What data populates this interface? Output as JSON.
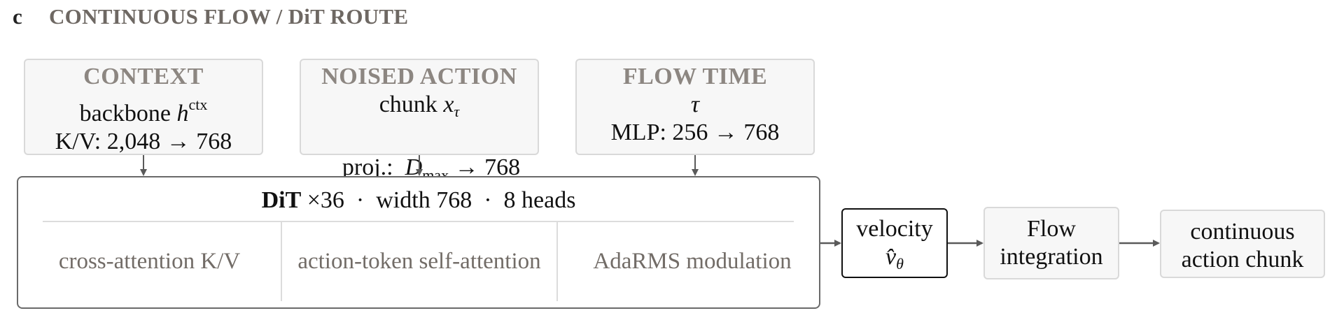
{
  "panel": {
    "letter": "c",
    "title": "CONTINUOUS FLOW / DiT ROUTE"
  },
  "inputs": {
    "context": {
      "head": "CONTEXT",
      "line1_text": "backbone ",
      "line1_var": "h",
      "line1_sup": "ctx",
      "line2": "K/V: 2,048 → 768"
    },
    "noised_action": {
      "head": "NOISED ACTION",
      "line1_text": "chunk ",
      "line1_var": "x",
      "line1_sub": "τ",
      "line2_prefix": "proj.:  ",
      "line2_var": "D",
      "line2_sub": "max",
      "line2_suffix": " → 768"
    },
    "flow_time": {
      "head": "FLOW TIME",
      "line1_var": "τ",
      "line2": "MLP: 256 → 768"
    }
  },
  "dit": {
    "title_bold": "DiT",
    "title_rest": " ×36  ·  width 768  ·  8 heads",
    "cells": [
      "cross-attention K/V",
      "action-token self-attention",
      "AdaRMS modulation"
    ]
  },
  "velocity": {
    "line1": "velocity",
    "line2_var": "v̂",
    "line2_sub": "θ"
  },
  "flow_integration": {
    "line1": "Flow",
    "line2": "integration"
  },
  "output": {
    "line1": "continuous",
    "line2": "action chunk"
  },
  "colors": {
    "arrow": "#5a5a5a",
    "box_fill": "#f7f7f7",
    "box_border": "#d9d9d9",
    "head_text": "#8c8681"
  }
}
